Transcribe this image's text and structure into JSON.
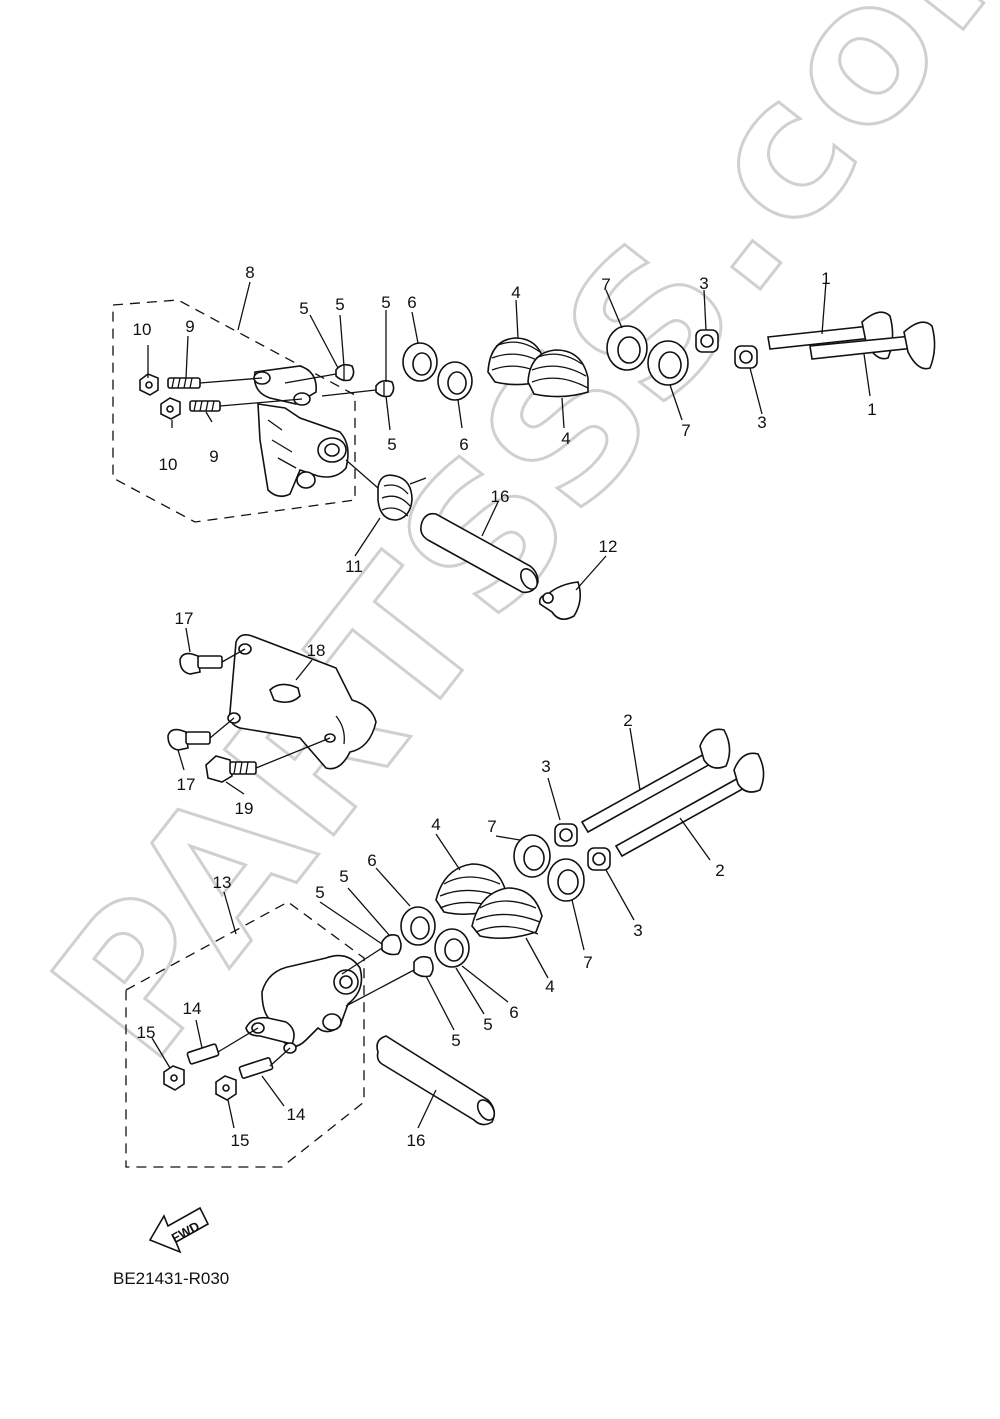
{
  "diagram": {
    "reference_code": "BE21431-R030",
    "fwd_label": "FWD",
    "watermark": "PARTSSS.com",
    "callouts": [
      {
        "id": "c1a",
        "text": "1"
      },
      {
        "id": "c1b",
        "text": "1"
      },
      {
        "id": "c2a",
        "text": "2"
      },
      {
        "id": "c2b",
        "text": "2"
      },
      {
        "id": "c3a",
        "text": "3"
      },
      {
        "id": "c3b",
        "text": "3"
      },
      {
        "id": "c3c",
        "text": "3"
      },
      {
        "id": "c3d",
        "text": "3"
      },
      {
        "id": "c4a",
        "text": "4"
      },
      {
        "id": "c4b",
        "text": "4"
      },
      {
        "id": "c4c",
        "text": "4"
      },
      {
        "id": "c4d",
        "text": "4"
      },
      {
        "id": "c5a",
        "text": "5"
      },
      {
        "id": "c5b",
        "text": "5"
      },
      {
        "id": "c5c",
        "text": "5"
      },
      {
        "id": "c5d",
        "text": "5"
      },
      {
        "id": "c5e",
        "text": "5"
      },
      {
        "id": "c5f",
        "text": "5"
      },
      {
        "id": "c5g",
        "text": "5"
      },
      {
        "id": "c5h",
        "text": "5"
      },
      {
        "id": "c6a",
        "text": "6"
      },
      {
        "id": "c6b",
        "text": "6"
      },
      {
        "id": "c6c",
        "text": "6"
      },
      {
        "id": "c6d",
        "text": "6"
      },
      {
        "id": "c7a",
        "text": "7"
      },
      {
        "id": "c7b",
        "text": "7"
      },
      {
        "id": "c7c",
        "text": "7"
      },
      {
        "id": "c7d",
        "text": "7"
      },
      {
        "id": "c8",
        "text": "8"
      },
      {
        "id": "c9a",
        "text": "9"
      },
      {
        "id": "c9b",
        "text": "9"
      },
      {
        "id": "c10a",
        "text": "10"
      },
      {
        "id": "c10b",
        "text": "10"
      },
      {
        "id": "c11",
        "text": "11"
      },
      {
        "id": "c12",
        "text": "12"
      },
      {
        "id": "c13",
        "text": "13"
      },
      {
        "id": "c14a",
        "text": "14"
      },
      {
        "id": "c14b",
        "text": "14"
      },
      {
        "id": "c15a",
        "text": "15"
      },
      {
        "id": "c15b",
        "text": "15"
      },
      {
        "id": "c16a",
        "text": "16"
      },
      {
        "id": "c16b",
        "text": "16"
      },
      {
        "id": "c17a",
        "text": "17"
      },
      {
        "id": "c17b",
        "text": "17"
      },
      {
        "id": "c18",
        "text": "18"
      },
      {
        "id": "c19",
        "text": "19"
      }
    ]
  }
}
